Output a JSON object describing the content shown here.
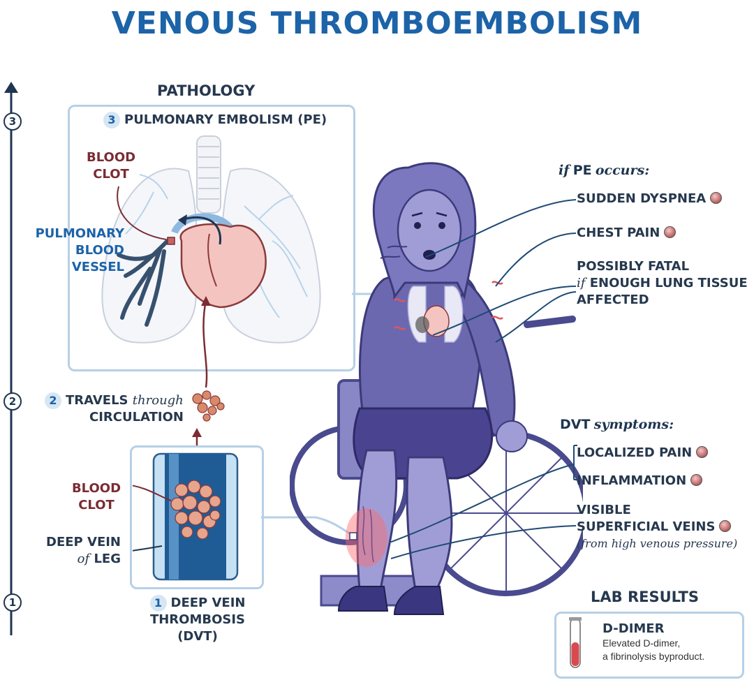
{
  "title": "VENOUS THROMBOEMBOLISM",
  "pathology": {
    "heading": "PATHOLOGY",
    "steps": [
      "3",
      "2",
      "1"
    ],
    "pe_box": {
      "num": "3",
      "label": "PULMONARY EMBOLISM (PE)"
    },
    "pe_clot": {
      "line1": "BLOOD",
      "line2": "CLOT"
    },
    "pe_vessel": {
      "line1": "PULMONARY",
      "line2": "BLOOD VESSEL"
    },
    "travels": {
      "num": "2",
      "line1_a": "TRAVELS",
      "line1_b": "through",
      "line2": "CIRCULATION"
    },
    "dvt_clot": {
      "line1": "BLOOD",
      "line2": "CLOT"
    },
    "deep_vein": {
      "line1": "DEEP VEIN",
      "line2_a": "of",
      "line2_b": "LEG"
    },
    "dvt_box": {
      "num": "1",
      "line1": "DEEP VEIN",
      "line2": "THROMBOSIS (DVT)"
    }
  },
  "pe_symptoms": {
    "heading_a": "if",
    "heading_b": "PE",
    "heading_c": "occurs:",
    "items": [
      {
        "text": "SUDDEN DYSPNEA"
      },
      {
        "text": "CHEST PAIN"
      },
      {
        "line1": "POSSIBLY FATAL",
        "line2_a": "if",
        "line2_b": "ENOUGH LUNG TISSUE",
        "line3": "AFFECTED"
      }
    ]
  },
  "dvt_symptoms": {
    "heading_a": "DVT",
    "heading_b": "symptoms:",
    "items": [
      {
        "text": "LOCALIZED PAIN"
      },
      {
        "text": "INFLAMMATION"
      },
      {
        "line1": "VISIBLE",
        "line2": "SUPERFICIAL VEINS",
        "line3": "(from high venous pressure)"
      }
    ]
  },
  "lab": {
    "heading": "LAB RESULTS",
    "test": "D-DIMER",
    "desc1": "Elevated D-dimer,",
    "desc2": "a fibrinolysis byproduct."
  },
  "colors": {
    "title": "#1c63a8",
    "text": "#26384e",
    "clot": "#7a2c33",
    "box_border": "#b6d0e6",
    "patient": "#6b68b0"
  }
}
